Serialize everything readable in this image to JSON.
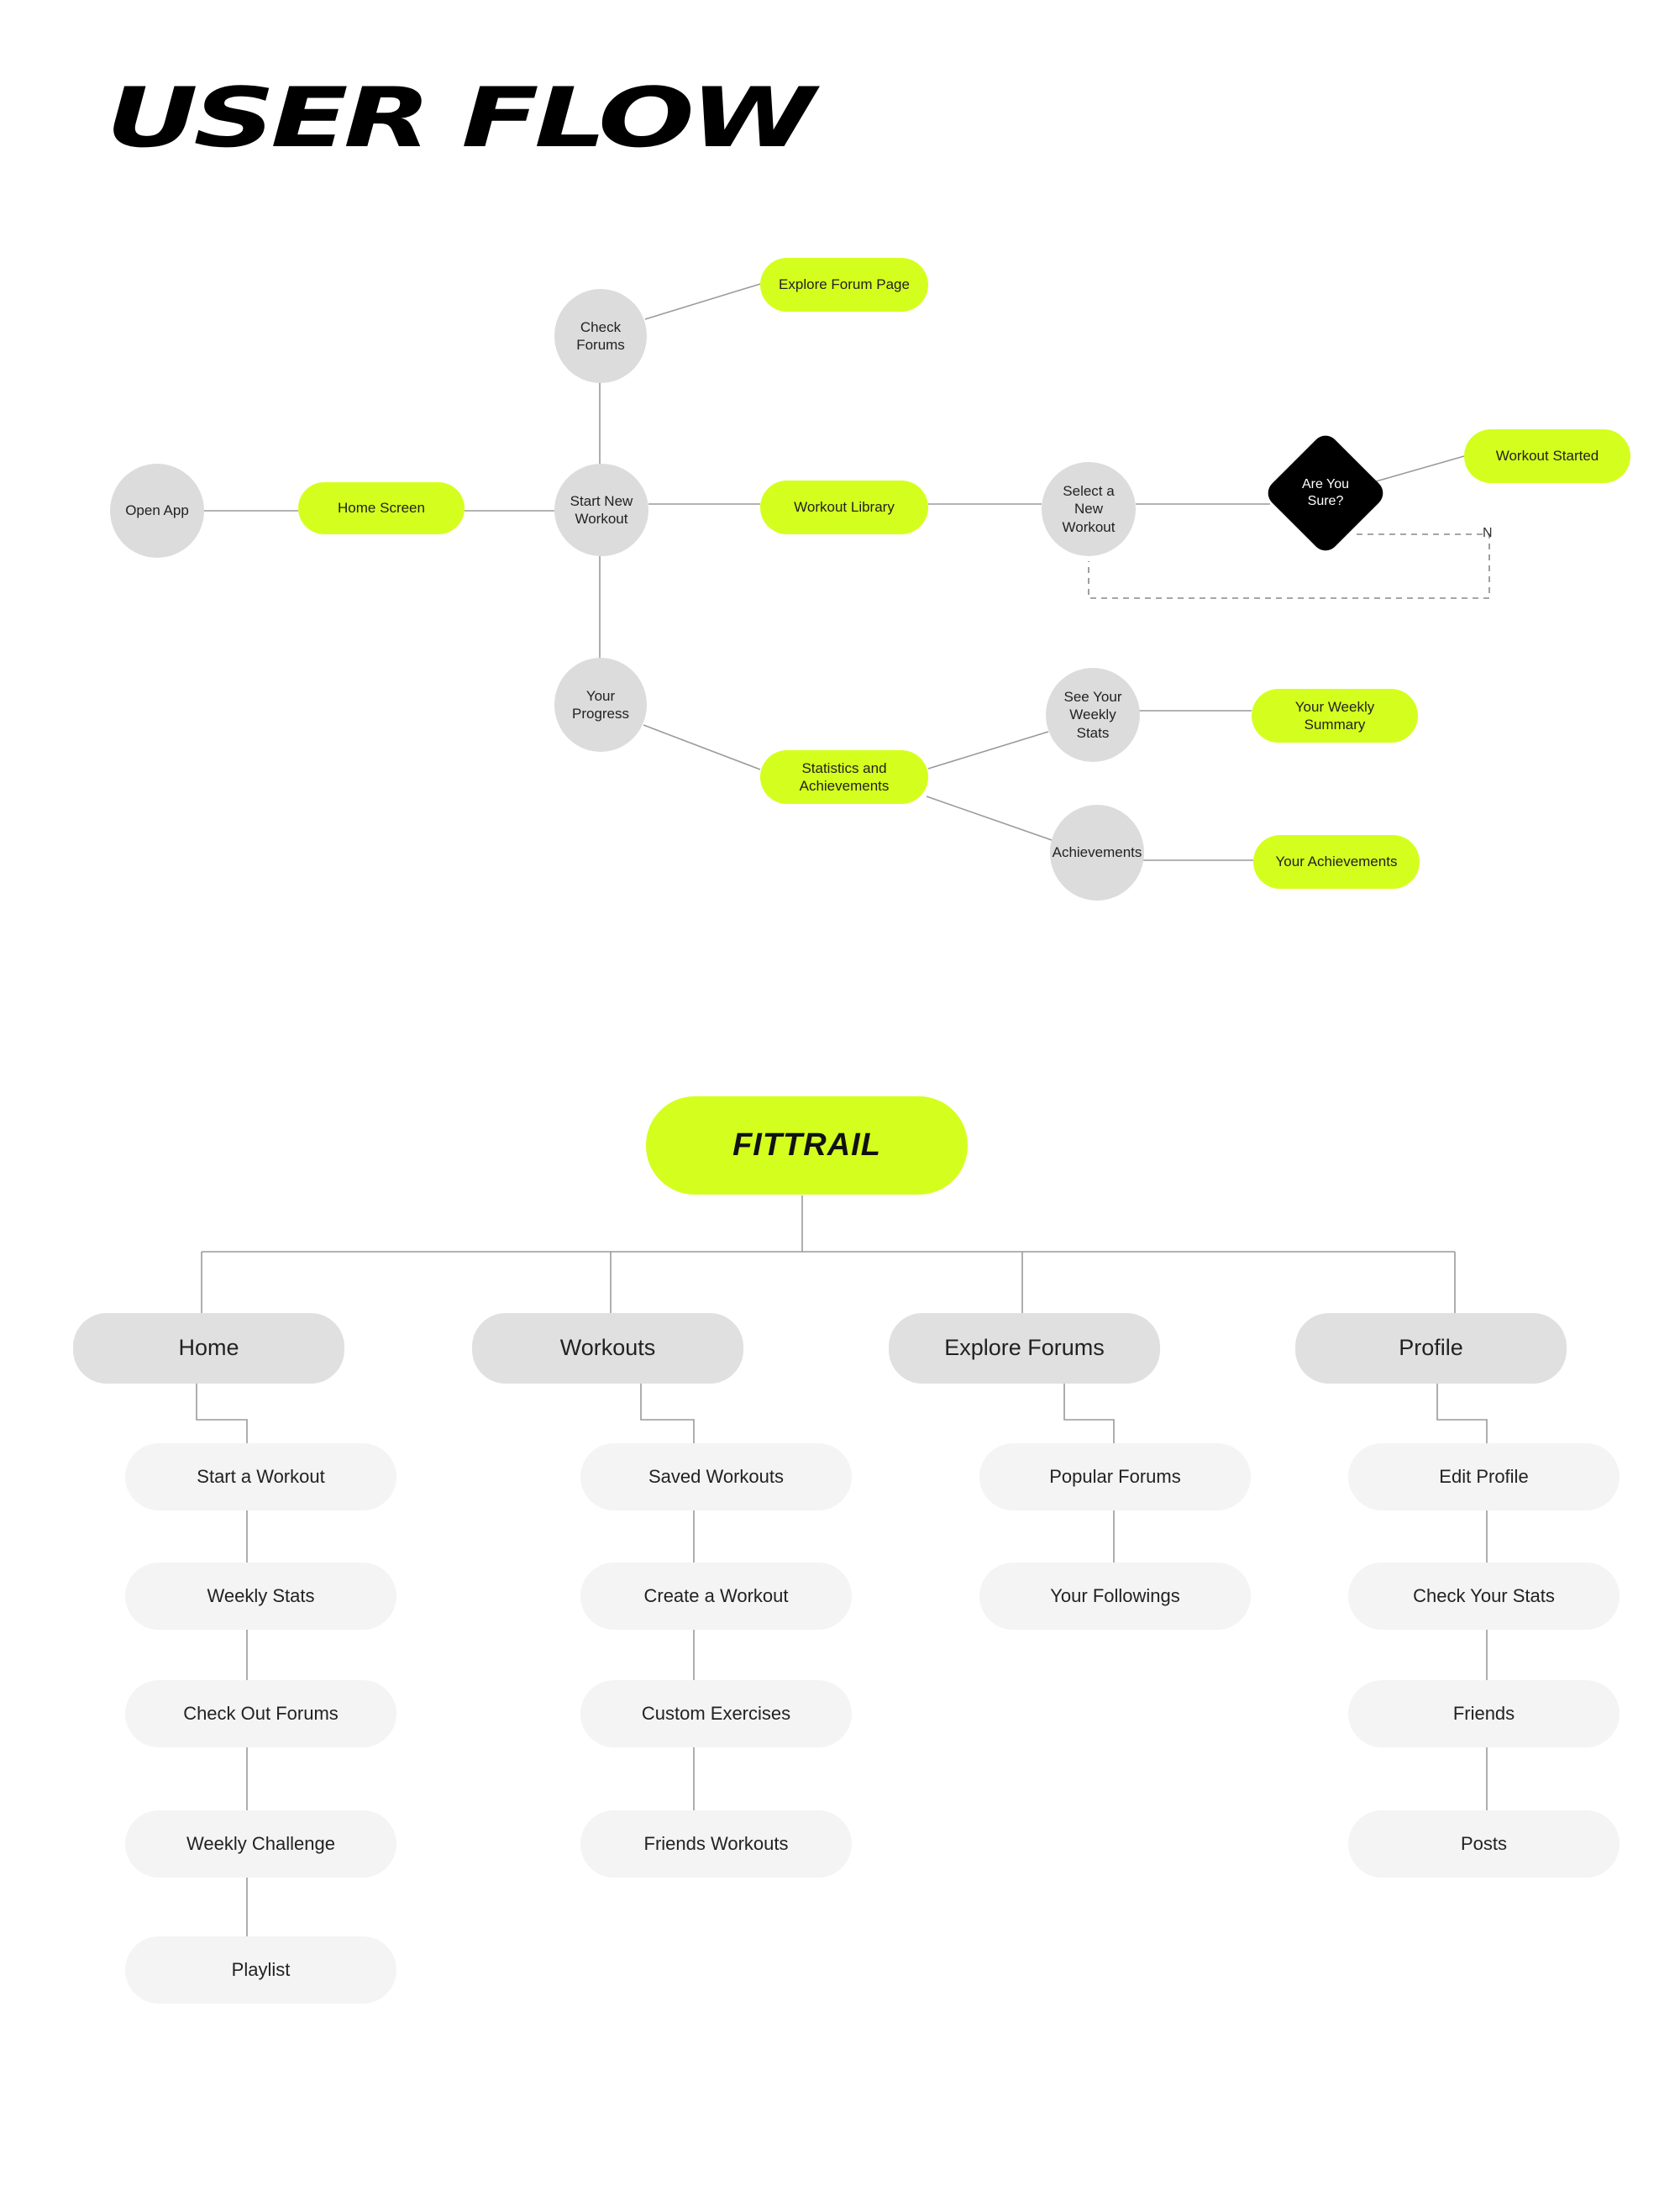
{
  "title": "USER FLOW",
  "flow": {
    "open_app": "Open App",
    "home_screen": "Home Screen",
    "start_new_workout": "Start New\nWorkout",
    "check_forums": "Check\nForums",
    "explore_forum_page": "Explore Forum Page",
    "workout_library": "Workout Library",
    "select_new_workout": "Select a\nNew\nWorkout",
    "are_you_sure": "Are You\nSure?",
    "workout_started": "Workout Started",
    "no_label": "N",
    "your_progress": "Your\nProgress",
    "statistics_achievements": "Statistics and\nAchievements",
    "see_weekly_stats": "See Your\nWeekly\nStats",
    "weekly_summary": "Your Weekly\nSummary",
    "achievements": "Achievements",
    "your_achievements": "Your Achievements"
  },
  "sitemap": {
    "root": "FITTRAIL",
    "sections": [
      {
        "label": "Home",
        "items": [
          "Start a Workout",
          "Weekly Stats",
          "Check Out Forums",
          "Weekly Challenge",
          "Playlist"
        ]
      },
      {
        "label": "Workouts",
        "items": [
          "Saved Workouts",
          "Create a Workout",
          "Custom Exercises",
          "Friends Workouts"
        ]
      },
      {
        "label": "Explore Forums",
        "items": [
          "Popular Forums",
          "Your Followings"
        ]
      },
      {
        "label": "Profile",
        "items": [
          "Edit Profile",
          "Check Your Stats",
          "Friends",
          "Posts"
        ]
      }
    ]
  },
  "colors": {
    "accent": "#d4ff1e",
    "node_gray": "#dcdcdc",
    "section_gray": "#e0e0e0",
    "item_gray": "#f4f4f4",
    "decision": "#000000",
    "line": "#999999"
  }
}
